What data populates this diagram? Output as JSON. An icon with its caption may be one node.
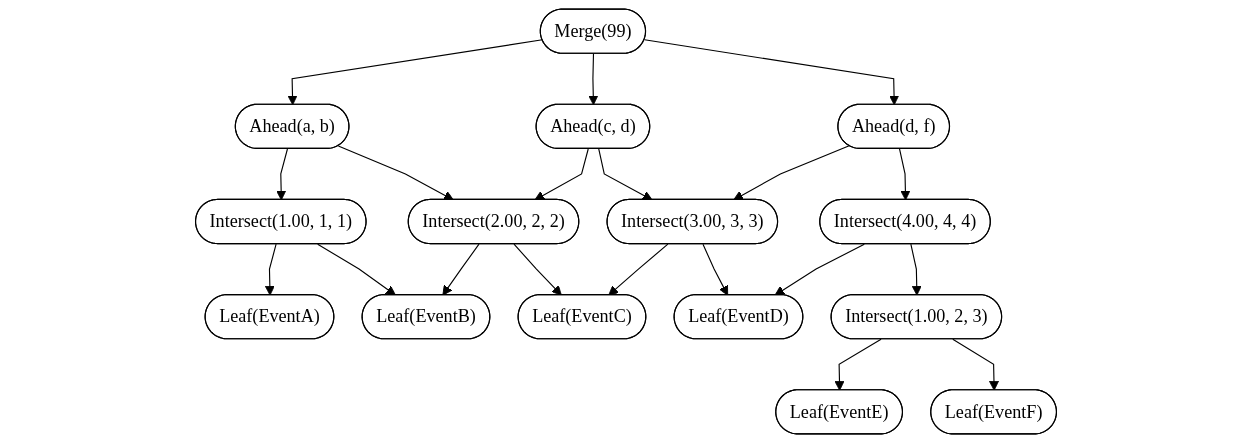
{
  "diagram": {
    "nodes": [
      {
        "text": [
          "Merge(99)"
        ]
      },
      {
        "text": [
          "Ahead(a, b)"
        ]
      },
      {
        "text": [
          "Ahead(c, d)"
        ]
      },
      {
        "text": [
          "Ahead(d, f)"
        ]
      },
      {
        "text": [
          "Intersect(1.00, 1, 1)"
        ]
      },
      {
        "text": [
          "Intersect(2.00, 2, 2)"
        ]
      },
      {
        "text": [
          "Intersect(3.00, 3, 3)"
        ]
      },
      {
        "text": [
          "Intersect(4.00, 4, 4)"
        ]
      },
      {
        "text": [
          "Leaf(EventA)"
        ]
      },
      {
        "text": [
          "Leaf(EventB)"
        ]
      },
      {
        "text": [
          "Leaf(EventC)"
        ]
      },
      {
        "text": [
          "Leaf(EventD)"
        ]
      },
      {
        "text": [
          "Intersect(1.00, 2, 3)"
        ]
      },
      {
        "text": [
          "Leaf(EventE)"
        ]
      },
      {
        "text": [
          "Leaf(EventF)"
        ]
      }
    ],
    "edges": [
      {
        "from": 0,
        "to": 1,
        "arrow": "to"
      },
      {
        "from": 0,
        "to": 2,
        "arrow": "to"
      },
      {
        "from": 0,
        "to": 3,
        "arrow": "to"
      },
      {
        "from": 1,
        "to": 4,
        "arrow": "to"
      },
      {
        "from": 1,
        "to": 5,
        "arrow": "to"
      },
      {
        "from": 2,
        "to": 5,
        "arrow": "to"
      },
      {
        "from": 2,
        "to": 6,
        "arrow": "to"
      },
      {
        "from": 3,
        "to": 6,
        "arrow": "to"
      },
      {
        "from": 3,
        "to": 7,
        "arrow": "to"
      },
      {
        "from": 4,
        "to": 8,
        "arrow": "to"
      },
      {
        "from": 4,
        "to": 9,
        "arrow": "to"
      },
      {
        "from": 5,
        "to": 9,
        "arrow": "to"
      },
      {
        "from": 5,
        "to": 10,
        "arrow": "to"
      },
      {
        "from": 6,
        "to": 10,
        "arrow": "to"
      },
      {
        "from": 6,
        "to": 11,
        "arrow": "to"
      },
      {
        "from": 7,
        "to": 11,
        "arrow": "to"
      },
      {
        "from": 7,
        "to": 12,
        "arrow": "to"
      },
      {
        "from": 12,
        "to": 13,
        "arrow": "to"
      },
      {
        "from": 12,
        "to": 14,
        "arrow": "to"
      }
    ]
  }
}
